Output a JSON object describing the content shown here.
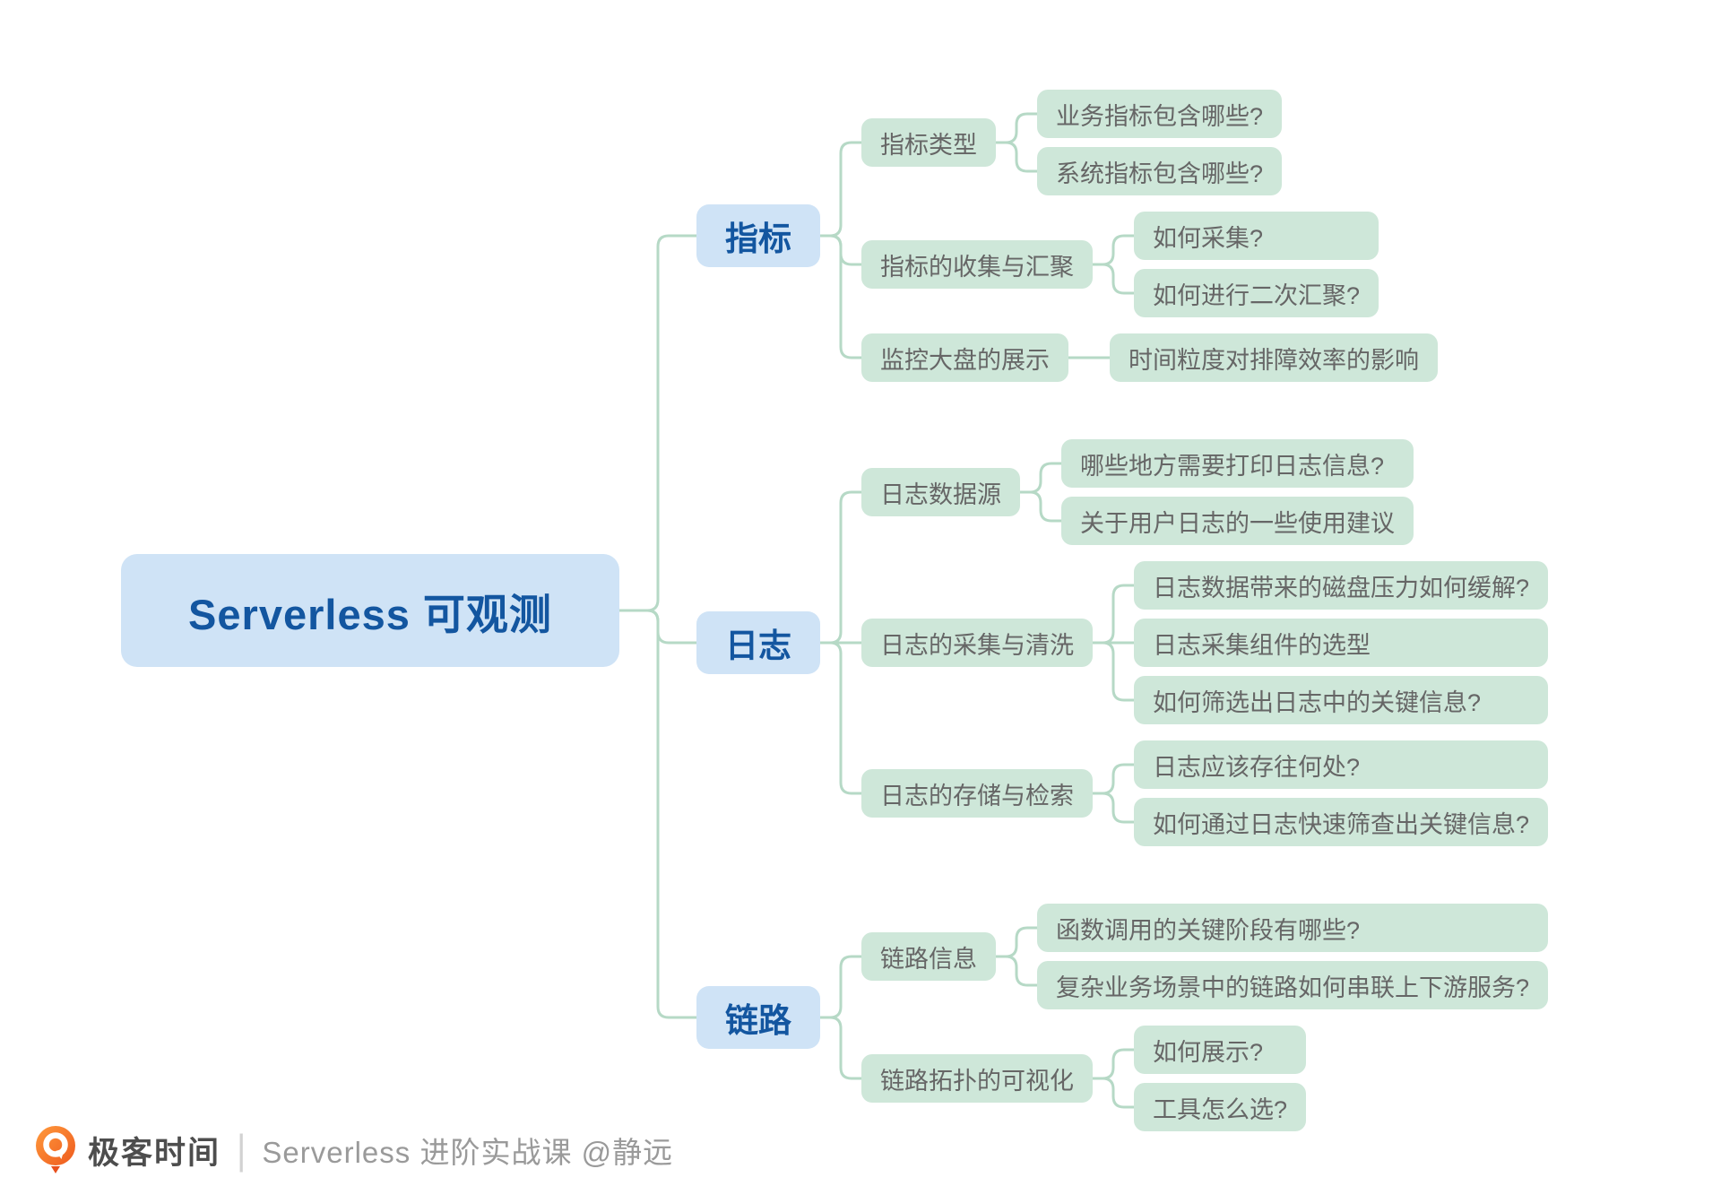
{
  "root": {
    "label": "Serverless 可观测"
  },
  "branches": [
    {
      "label": "指标",
      "slug": "metrics",
      "children": [
        {
          "label": "指标类型",
          "children": [
            {
              "label": "业务指标包含哪些?"
            },
            {
              "label": "系统指标包含哪些?"
            }
          ]
        },
        {
          "label": "指标的收集与汇聚",
          "children": [
            {
              "label": "如何采集?"
            },
            {
              "label": "如何进行二次汇聚?"
            }
          ]
        },
        {
          "label": "监控大盘的展示",
          "children": [
            {
              "label": "时间粒度对排障效率的影响"
            }
          ]
        }
      ]
    },
    {
      "label": "日志",
      "slug": "logs",
      "children": [
        {
          "label": "日志数据源",
          "children": [
            {
              "label": "哪些地方需要打印日志信息?"
            },
            {
              "label": "关于用户日志的一些使用建议"
            }
          ]
        },
        {
          "label": "日志的采集与清洗",
          "children": [
            {
              "label": "日志数据带来的磁盘压力如何缓解?"
            },
            {
              "label": "日志采集组件的选型"
            },
            {
              "label": "如何筛选出日志中的关键信息?"
            }
          ]
        },
        {
          "label": "日志的存储与检索",
          "children": [
            {
              "label": "日志应该存往何处?"
            },
            {
              "label": "如何通过日志快速筛查出关键信息?"
            }
          ]
        }
      ]
    },
    {
      "label": "链路",
      "slug": "tracing",
      "children": [
        {
          "label": "链路信息",
          "children": [
            {
              "label": "函数调用的关键阶段有哪些?"
            },
            {
              "label": "复杂业务场景中的链路如何串联上下游服务?"
            }
          ]
        },
        {
          "label": "链路拓扑的可视化",
          "children": [
            {
              "label": "如何展示?"
            },
            {
              "label": "工具怎么选?"
            }
          ]
        }
      ]
    }
  ],
  "footer": {
    "brand": "极客时间",
    "divider": "|",
    "course": "Serverless 进阶实战课 @静远",
    "logo_icon": "geektime-logo"
  },
  "colors": {
    "node_blue_bg": "#cfe3f6",
    "node_blue_text": "#1356a0",
    "node_green_bg": "#cee7d9",
    "node_green_text": "#666666",
    "connector": "#b6d9c6",
    "logo_orange": "#f2641f"
  }
}
